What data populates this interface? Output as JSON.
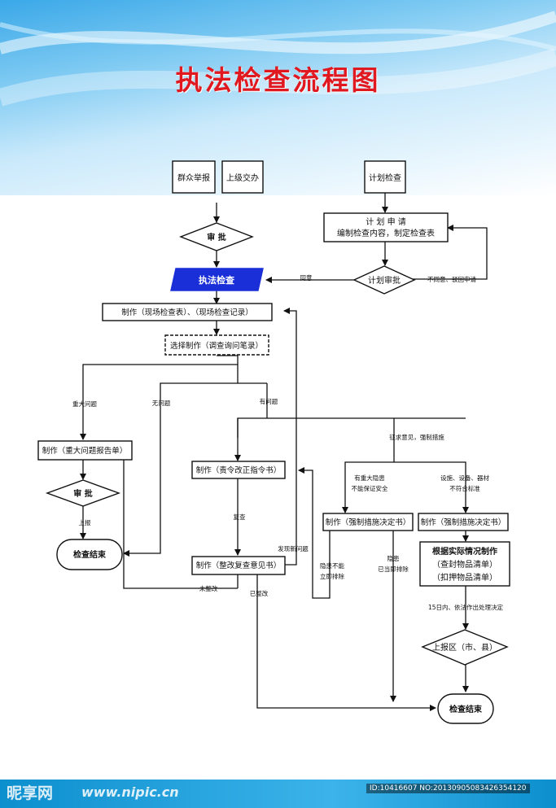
{
  "title": "执法检查流程图",
  "colors": {
    "title": "#e0181f",
    "highlight_fill": "#1a2fd8",
    "line": "#111111"
  },
  "nodes": {
    "mass_report": "群众举报",
    "superior_assign": "上级交办",
    "plan_check": "计划检查",
    "approve_top": "审 批",
    "plan_apply": "计 划 申 请",
    "plan_apply_sub": "编制检查内容，制定检查表",
    "plan_approve": "计划审批",
    "law_check": "执法检查",
    "make_onsite": "制作（现场检查表）、（现场检查记录）",
    "select_make": "选择制作（调查询问笔录）",
    "make_major": "制作（重大问题报告单）",
    "approve_mid": "审 批",
    "end_left": "检查结束",
    "make_order": "制作（责令改正指令书）",
    "make_rectify": "制作（整改复查意见书）",
    "make_force_1": "制作（强制措施决定书）",
    "make_force_2": "制作（强制措施决定书）",
    "seal_1": "根据实际情况制作",
    "seal_2": "（查封物品清单）",
    "seal_3": "（扣押物品清单）",
    "report_city": "上报区（市、县）",
    "end_right": "检查结束"
  },
  "edge_labels": {
    "agree": "同意",
    "disagree": "不同意、驳回申请",
    "major_issue": "重大问题",
    "no_issue": "无问题",
    "has_issue": "有问题",
    "report_up": "上报",
    "recheck": "复查",
    "found_new": "发现新问题",
    "not_rectified": "未整改",
    "rectified": "已整改",
    "force_measure": "征求意见，强制措施",
    "danger_1": "有重大隐患",
    "danger_2": "不能保证安全",
    "equip_1": "设施、设备、器材",
    "equip_2": "不符合标准",
    "hazard_not_1": "隐患不能",
    "hazard_not_2": "立即排除",
    "hazard_done_1": "隐患",
    "hazard_done_2": "已当即排除",
    "within_15": "15日内、依法作出处理决定"
  },
  "watermark": {
    "logo": "昵享网",
    "url": "www.nipic.cn",
    "id": "ID:10416607 NO:20130905083426354120"
  }
}
